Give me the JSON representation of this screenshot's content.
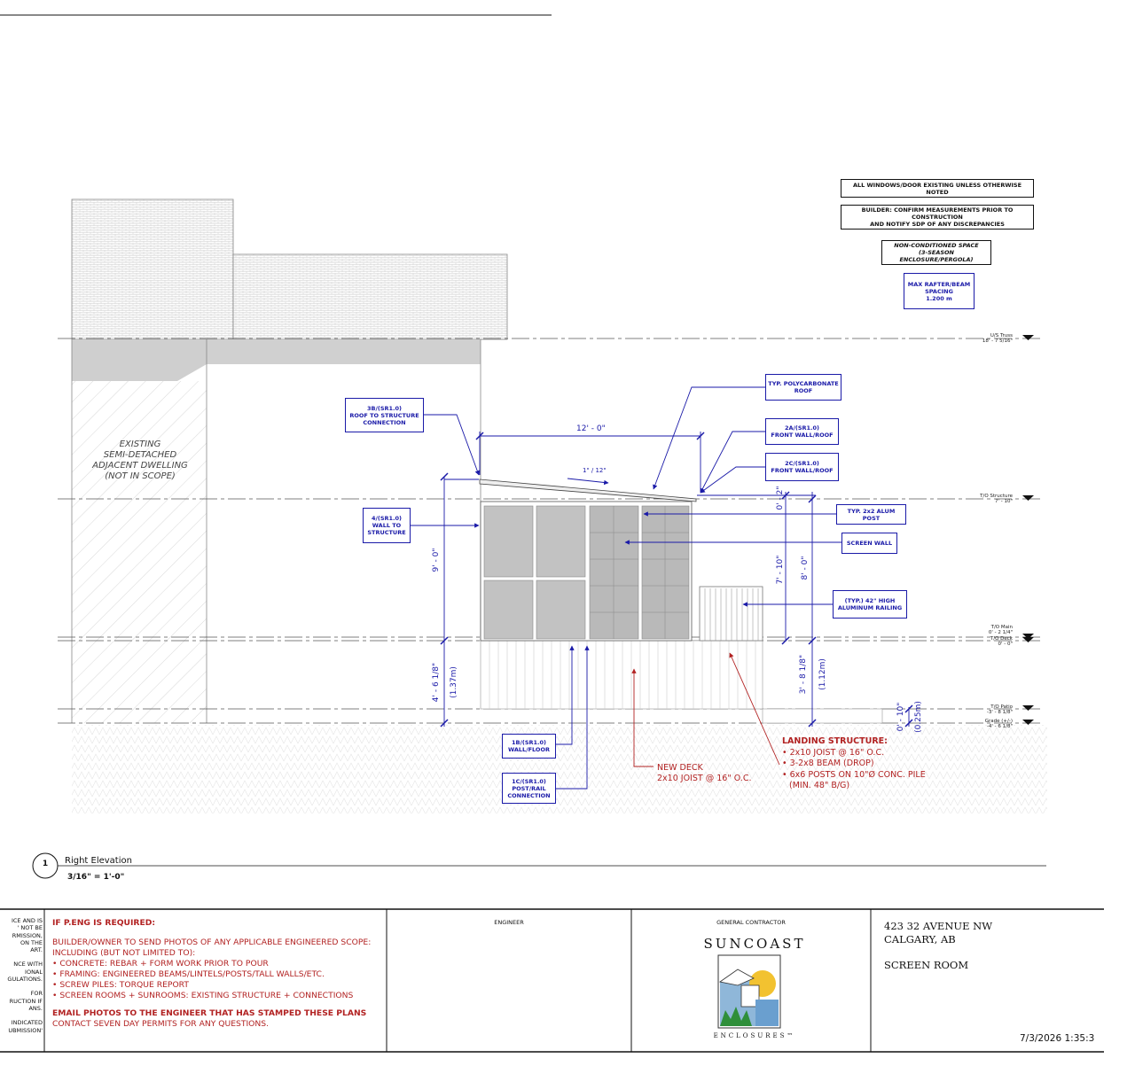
{
  "notes": {
    "windows": "ALL WINDOWS/DOOR EXISTING UNLESS OTHERWISE NOTED",
    "confirm_line1": "BUILDER: CONFIRM MEASUREMENTS PRIOR TO CONSTRUCTION",
    "confirm_line2": "AND NOTIFY SDP OF ANY DISCREPANCIES",
    "non_cond_line1": "NON-CONDITIONED SPACE",
    "non_cond_line2": "(3-SEASON ENCLOSURE/PERGOLA)",
    "rafter_line1": "MAX RAFTER/BEAM",
    "rafter_line2": "SPACING",
    "rafter_line3": "1.200 m"
  },
  "existing": {
    "line1": "EXISTING",
    "line2": "SEMI-DETACHED",
    "line3": "ADJACENT DWELLING",
    "line4": "(NOT IN SCOPE)"
  },
  "levels": {
    "u_truss_1": "U/S Truss",
    "u_truss_2": "18' - 7 5/16\"",
    "t_structure_1": "T/O Structure",
    "t_structure_2": "7' - 10\"",
    "t_main_1": "T/O Main",
    "t_main_2": "0' - 2 1/4\"",
    "t_deck_1": "T/O Deck",
    "t_deck_2": "0' - 0\"",
    "t_patio_1": "T/O Patio",
    "t_patio_2": "-3' - 8 1/8\"",
    "grade_1": "Grade (+/-)",
    "grade_2": "-4' - 6 1/8\""
  },
  "dims": {
    "width": "12' - 0\"",
    "slope": "1\" / 12\"",
    "height_main": "9' - 0\"",
    "height_lower": "4' - 6 1/8\"",
    "height_lower_m": "(1.37m)",
    "height_wall": "7' - 10\"",
    "height_top": "0' - 2\"",
    "height_rail": "8' - 0\"",
    "height_landing": "3' - 8 1/8\"",
    "height_landing_m": "(1.12m)",
    "height_grade": "0' - 10\"",
    "height_grade_m": "(0.25m)"
  },
  "tags": {
    "t3b_1": "3B/(SR1.0)",
    "t3b_2": "ROOF TO STRUCTURE",
    "t3b_3": "CONNECTION",
    "t4_1": "4/(SR1.0)",
    "t4_2": "WALL TO",
    "t4_3": "STRUCTURE",
    "poly_1": "TYP. POLYCARBONATE",
    "poly_2": "ROOF",
    "t2a_1": "2A/(SR1.0)",
    "t2a_2": "FRONT WALL/ROOF",
    "t2c_1": "2C/(SR1.0)",
    "t2c_2": "FRONT WALL/ROOF",
    "post": "TYP. 2x2 ALUM POST",
    "screen": "SCREEN WALL",
    "rail_1": "(TYP.) 42\" HIGH",
    "rail_2": "ALUMINUM RAILING",
    "t1b_1": "1B/(SR1.0)",
    "t1b_2": "WALL/FLOOR",
    "t1c_1": "1C/(SR1.0)",
    "t1c_2": "POST/RAIL",
    "t1c_3": "CONNECTION"
  },
  "deck_note": {
    "line1": "NEW DECK",
    "line2": "2x10 JOIST @ 16\" O.C."
  },
  "landing": {
    "title": "LANDING STRUCTURE:",
    "items": [
      "• 2x10 JOIST @ 16\" O.C.",
      "• 3-2x8 BEAM (DROP)",
      "• 6x6 POSTS ON 10\"Ø CONC. PILE"
    ],
    "extra": "(MIN. 48\" B/G)"
  },
  "view": {
    "number": "1",
    "title": "Right Elevation",
    "scale": "3/16\" = 1'-0\""
  },
  "title_block": {
    "left_fragments": [
      "ICE AND IS",
      "' NOT BE",
      "RMISSION,",
      "ON THE",
      "ART.",
      "",
      "NCE WITH",
      "IONAL",
      "GULATIONS.",
      "",
      "FOR",
      "RUCTION IF",
      "ANS.",
      "",
      "INDICATED",
      "UBMISSION'"
    ],
    "peng_title": "IF P.ENG IS REQUIRED:",
    "peng_intro_1": "BUILDER/OWNER TO SEND PHOTOS OF ANY APPLICABLE ENGINEERED SCOPE:",
    "peng_intro_2": "INCLUDING (BUT NOT LIMITED TO):",
    "peng_items": [
      "• CONCRETE: REBAR + FORM WORK PRIOR TO POUR",
      "• FRAMING: ENGINEERED BEAMS/LINTELS/POSTS/TALL WALLS/ETC.",
      "• SCREW PILES: TORQUE REPORT",
      "• SCREEN ROOMS + SUNROOMS: EXISTING STRUCTURE + CONNECTIONS"
    ],
    "peng_email": "EMAIL PHOTOS TO THE ENGINEER THAT HAS STAMPED THESE PLANS",
    "peng_contact": "CONTACT SEVEN DAY PERMITS FOR ANY QUESTIONS.",
    "engineer_label": "ENGINEER",
    "gc_label": "GENERAL CONTRACTOR",
    "logo_top": "SUNCOAST",
    "logo_bottom": "ENCLOSURES™",
    "address_1": "423 32 AVENUE NW",
    "address_2": "CALGARY, AB",
    "project": "SCREEN ROOM",
    "timestamp": "7/3/2026 1:35:3"
  },
  "colors": {
    "annotation_blue": "#1a1aa8",
    "note_red": "#b22222"
  }
}
